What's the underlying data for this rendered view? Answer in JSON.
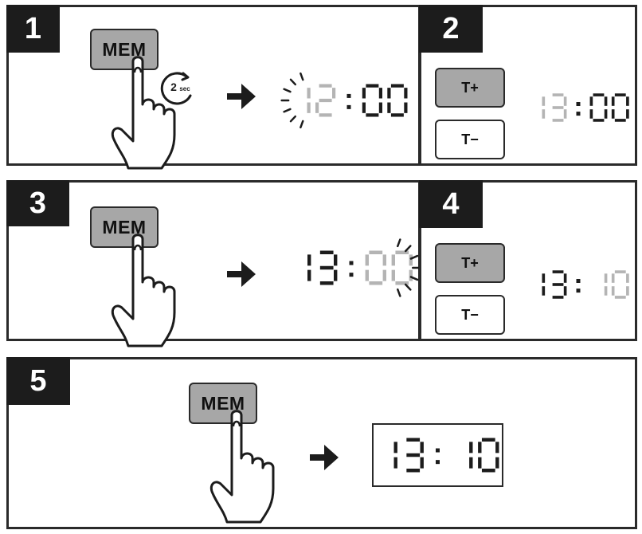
{
  "steps": [
    {
      "number": "1",
      "key_label": "MEM",
      "hold_label": "2",
      "hold_unit": "sec",
      "display": {
        "digits": "1200",
        "dim": [
          0,
          1
        ],
        "blink": "hours"
      }
    },
    {
      "number": "2",
      "buttons": [
        "T+",
        "T−"
      ],
      "active_button": "T+",
      "display": {
        "digits": "1300",
        "dim": [
          0,
          1
        ],
        "blink": null
      }
    },
    {
      "number": "3",
      "key_label": "MEM",
      "display": {
        "digits": "1300",
        "dim": [
          2,
          3
        ],
        "blink": "minutes"
      }
    },
    {
      "number": "4",
      "buttons": [
        "T+",
        "T−"
      ],
      "active_button": "T+",
      "display": {
        "digits": "1310",
        "dim": [
          2,
          3
        ],
        "blink": null
      }
    },
    {
      "number": "5",
      "key_label": "MEM",
      "display": {
        "digits": "1310",
        "dim": [],
        "blink": null,
        "framed": true
      }
    }
  ],
  "colors": {
    "ink": "#1c1c1c",
    "key_fill": "#a7a7a7",
    "dim_digit": "#b4b4b4",
    "background": "#ffffff"
  },
  "icons": {
    "arrow": "arrow-right-icon",
    "hand": "pressing-hand-icon",
    "timer": "timer-icon",
    "blink": "blink-rays-icon"
  }
}
